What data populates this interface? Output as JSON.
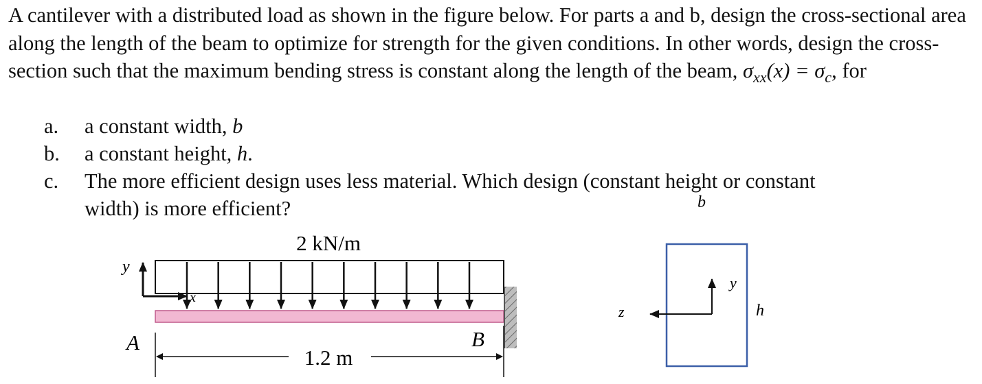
{
  "problem": {
    "intro_1": "A cantilever with a distributed load as shown in the figure below. For parts a and b, design the cross-sectional area along the length of the beam to optimize for strength for the given conditions. In other words, design the cross-section such that the maximum bending stress is constant along the length of the beam,",
    "sigma": "σ",
    "sub_xx": "xx",
    "arg": "(x) =",
    "sub_c": "c",
    "intro_2": ", for",
    "items": [
      {
        "marker": "a.",
        "text": "a constant width, ",
        "var": "b",
        "end": ""
      },
      {
        "marker": "b.",
        "text": "a constant height, ",
        "var": "h",
        "end": "."
      },
      {
        "marker": "c.",
        "text": "The more efficient design uses less material. Which design (constant height or constant",
        "text2": "width) is more efficient?"
      }
    ]
  },
  "beam_figure": {
    "load_label": "2 kN/m",
    "y_axis": "y",
    "x_axis": "x",
    "point_a": "A",
    "point_b": "B",
    "length_label": "1.2 m",
    "arrow_count": 10
  },
  "section_figure": {
    "width_label": "b",
    "height_label": "h",
    "y_axis": "y",
    "z_axis": "z",
    "outline_color": "#3b5fa8"
  },
  "colors": {
    "beam_fill": "#f2b8d2",
    "beam_stroke": "#c05a8c",
    "wall": "#9a9a9a"
  }
}
